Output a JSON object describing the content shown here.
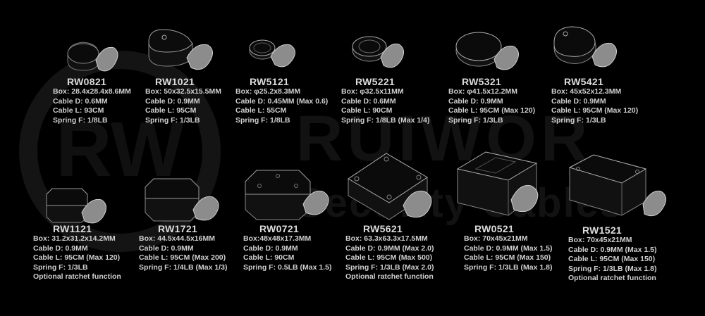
{
  "products": [
    {
      "code": "RW0821",
      "specs": [
        "Box: 28.4x28.4x8.6MM",
        "Cable D: 0.6MM",
        "Cable L: 93CM",
        "Spring F: 1/8LB"
      ]
    },
    {
      "code": "RW1021",
      "specs": [
        "Box: 50x32.5x15.5MM",
        "Cable D: 0.9MM",
        "Cable L: 95CM",
        "Spring F: 1/3LB"
      ]
    },
    {
      "code": "RW5121",
      "specs": [
        "Box: φ25.2x8.3MM",
        "Cable D: 0.45MM (Max 0.6)",
        "Cable L: 55CM",
        "Spring F: 1/8LB"
      ]
    },
    {
      "code": "RW5221",
      "specs": [
        "Box: φ32.5x11MM",
        "Cable D: 0.6MM",
        "Cable L: 90CM",
        "Spring F: 1/8LB (Max 1/4)"
      ]
    },
    {
      "code": "RW5321",
      "specs": [
        "Box: φ41.5x12.2MM",
        "Cable D: 0.9MM",
        "Cable L: 95CM (Max 120)",
        "Spring F: 1/3LB"
      ]
    },
    {
      "code": "RW5421",
      "specs": [
        "Box: 45x52x12.3MM",
        "Cable D: 0.9MM",
        "Cable L: 95CM (Max 120)",
        "Spring F: 1/3LB"
      ]
    },
    {
      "code": "RW1121",
      "specs": [
        "Box: 31.2x31.2x14.2MM",
        "Cable D: 0.9MM",
        "Cable L: 95CM (Max 120)",
        "Spring F: 1/3LB",
        "Optional ratchet function"
      ]
    },
    {
      "code": "RW1721",
      "specs": [
        "Box: 44.5x44.5x16MM",
        "Cable D: 0.9MM",
        "Cable L: 95CM (Max 200)",
        "Spring F: 1/4LB (Max 1/3)"
      ]
    },
    {
      "code": "RW0721",
      "specs": [
        "Box:48x48x17.3MM",
        "Cable D: 0.9MM",
        "Cable L: 90CM",
        "Spring F: 0.5LB (Max 1.5)"
      ]
    },
    {
      "code": "RW5621",
      "specs": [
        "Box: 63.3x63.3x17.5MM",
        "Cable D: 0.9MM (Max 2.0)",
        "Cable L: 95CM (Max 500)",
        "Spring F: 1/3LB (Max 2.0)",
        "Optional ratchet function"
      ]
    },
    {
      "code": "RW0521",
      "specs": [
        "Box: 70x45x21MM",
        "Cable D: 0.9MM (Max 1.5)",
        "Cable L: 95CM (Max 150)",
        "Spring F: 1/3LB (Max 1.8)"
      ]
    },
    {
      "code": "RW1521",
      "specs": [
        "Box: 70x45x21MM",
        "Cable D: 0.9MM (Max 1.5)",
        "Cable L: 95CM (Max 150)",
        "Spring F: 1/3LB (Max 1.8)",
        "Optional ratchet function"
      ]
    }
  ],
  "watermark": {
    "logo_text": "RW",
    "brand": "RUIWOR",
    "tagline": "Security Cables"
  }
}
